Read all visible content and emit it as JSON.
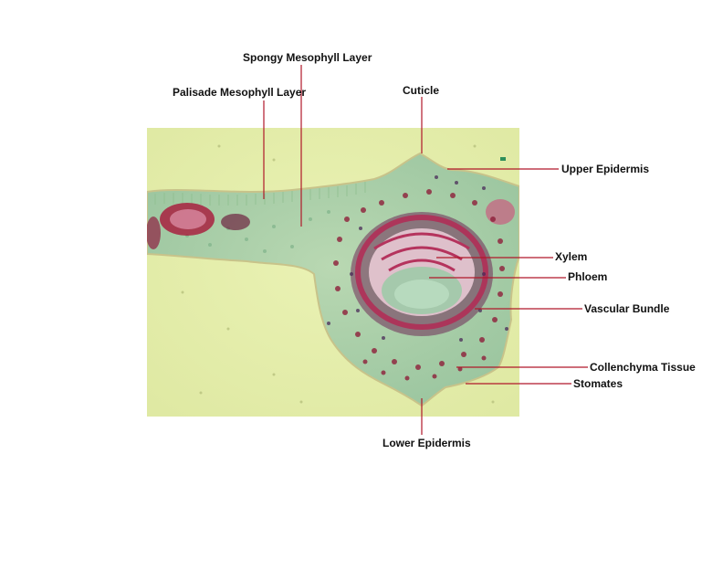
{
  "diagram": {
    "labels": {
      "spongy": "Spongy Mesophyll Layer",
      "palisade": "Palisade Mesophyll Layer",
      "cuticle": "Cuticle",
      "upper_epidermis": "Upper Epidermis",
      "xylem": "Xylem",
      "phloem": "Phloem",
      "vascular_bundle": "Vascular Bundle",
      "collenchyma": "Collenchyma Tissue",
      "stomates": "Stomates",
      "lower_epidermis": "Lower Epidermis"
    },
    "colors": {
      "background_stain": "#e6efae",
      "tissue_green": "#a9cfa6",
      "stain_red": "#a8213f",
      "stain_dark": "#4a2a58",
      "leader_line": "#b0182a"
    }
  }
}
